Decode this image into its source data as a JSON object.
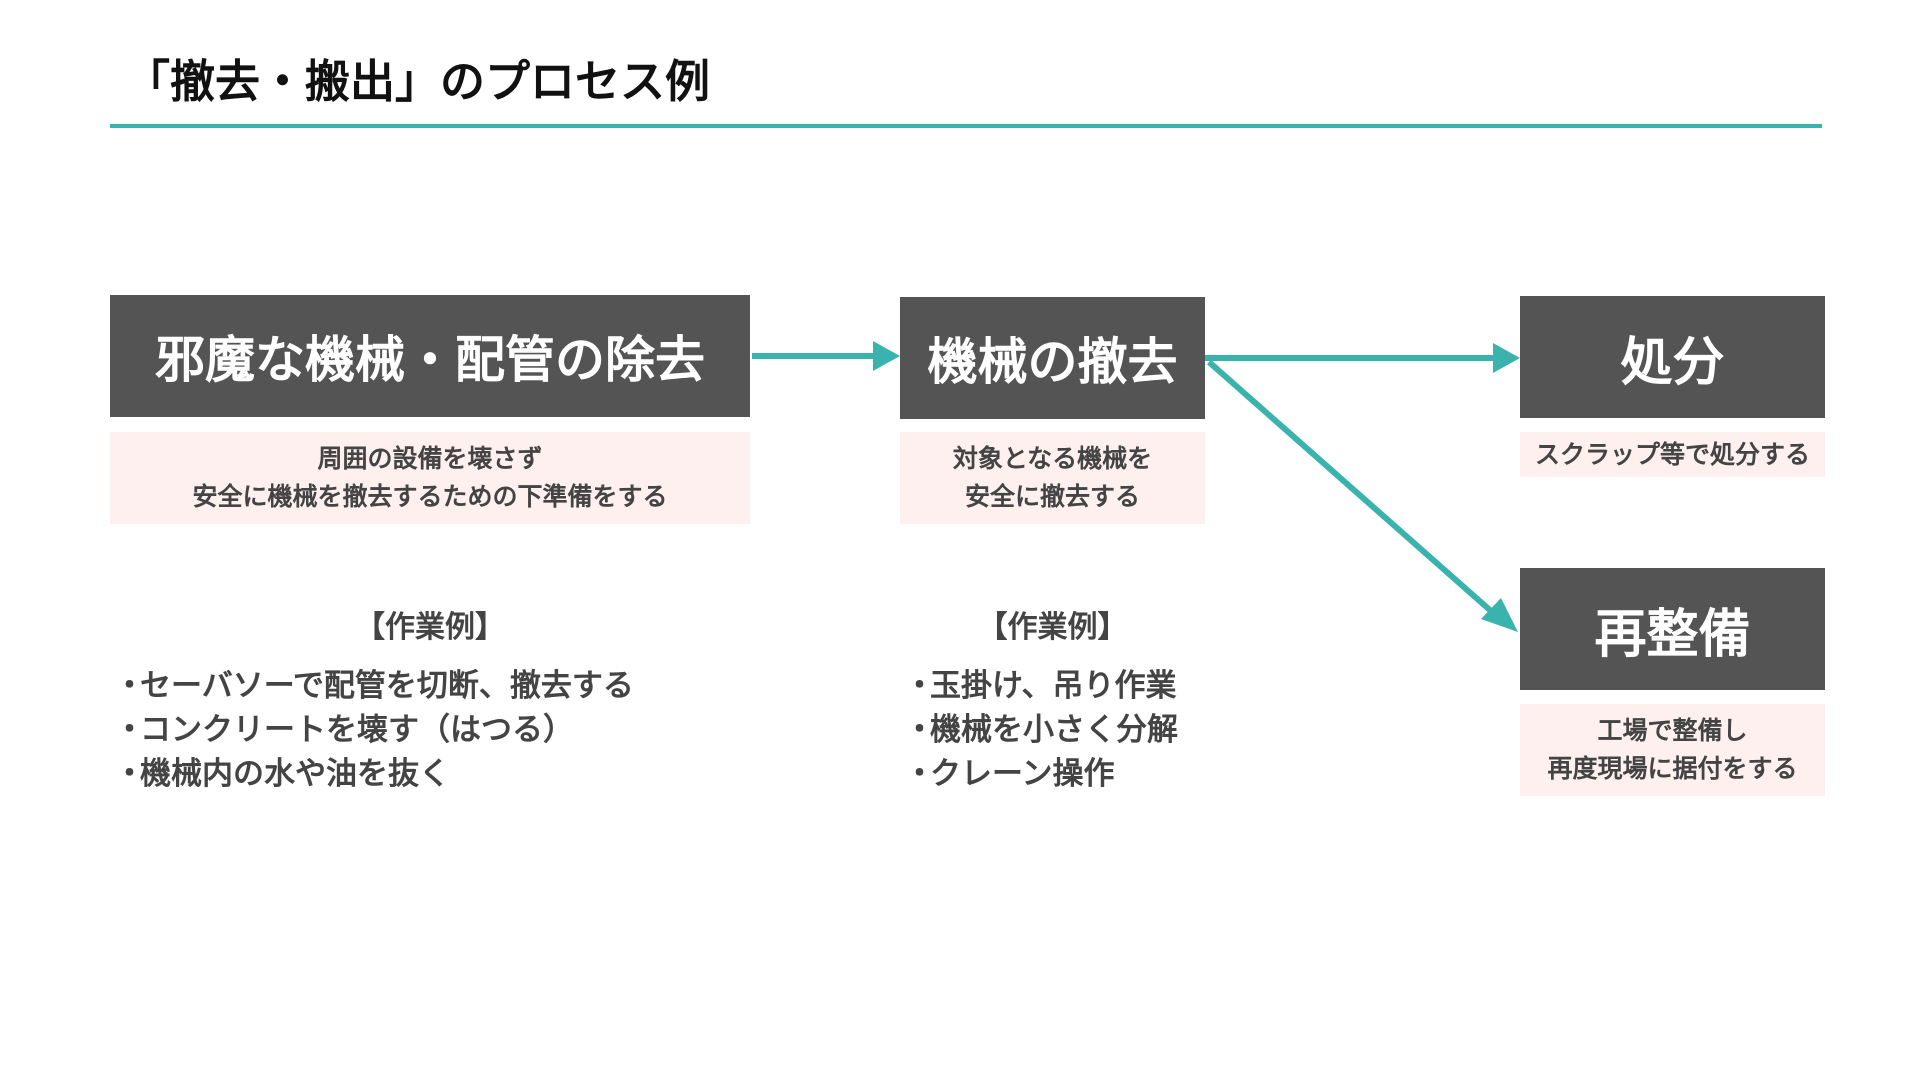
{
  "title": "「撤去・搬出」のプロセス例",
  "colors": {
    "accent": "#3ab3ae",
    "box": "#545454",
    "desc_bg": "#fdf0ee",
    "text": "#444444"
  },
  "steps": [
    {
      "label": "邪魔な機械・配管の除去",
      "desc": [
        "周囲の設備を壊さず",
        "安全に機械を撤去するための下準備をする"
      ],
      "examples_heading": "【作業例】",
      "examples": [
        "セーバソーで配管を切断、撤去する",
        "コンクリートを壊す（はつる）",
        "機械内の水や油を抜く"
      ]
    },
    {
      "label": "機械の撤去",
      "desc": [
        "対象となる機械を",
        "安全に撤去する"
      ],
      "examples_heading": "【作業例】",
      "examples": [
        "玉掛け、吊り作業",
        "機械を小さく分解",
        "クレーン操作"
      ]
    },
    {
      "label": "処分",
      "desc": [
        "スクラップ等で処分する"
      ]
    },
    {
      "label": "再整備",
      "desc": [
        "工場で整備し",
        "再度現場に据付をする"
      ]
    }
  ],
  "bullet": "・"
}
